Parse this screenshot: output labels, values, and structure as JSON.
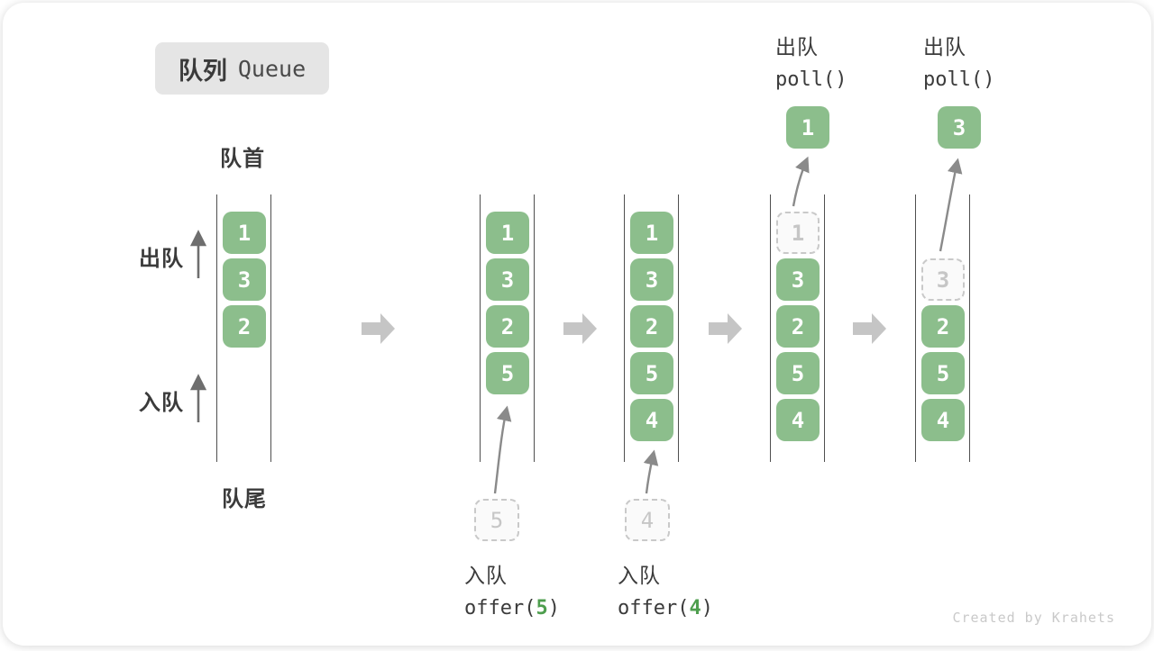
{
  "title": {
    "zh": "队列",
    "en": "Queue"
  },
  "labels": {
    "front": "队首",
    "rear": "队尾",
    "dequeue_side": "出队",
    "enqueue_side": "入队"
  },
  "queues": [
    {
      "cells": [
        {
          "slot": 0,
          "value": "1",
          "style": "solid"
        },
        {
          "slot": 1,
          "value": "3",
          "style": "solid"
        },
        {
          "slot": 2,
          "value": "2",
          "style": "solid"
        }
      ]
    },
    {
      "cells": [
        {
          "slot": 0,
          "value": "1",
          "style": "solid"
        },
        {
          "slot": 1,
          "value": "3",
          "style": "solid"
        },
        {
          "slot": 2,
          "value": "2",
          "style": "solid"
        },
        {
          "slot": 3,
          "value": "5",
          "style": "solid"
        }
      ],
      "incoming": {
        "value": "5"
      }
    },
    {
      "cells": [
        {
          "slot": 0,
          "value": "1",
          "style": "solid"
        },
        {
          "slot": 1,
          "value": "3",
          "style": "solid"
        },
        {
          "slot": 2,
          "value": "2",
          "style": "solid"
        },
        {
          "slot": 3,
          "value": "5",
          "style": "solid"
        },
        {
          "slot": 4,
          "value": "4",
          "style": "solid"
        }
      ],
      "incoming": {
        "value": "4"
      }
    },
    {
      "cells": [
        {
          "slot": 0,
          "value": "1",
          "style": "dashed"
        },
        {
          "slot": 1,
          "value": "3",
          "style": "solid"
        },
        {
          "slot": 2,
          "value": "2",
          "style": "solid"
        },
        {
          "slot": 3,
          "value": "5",
          "style": "solid"
        },
        {
          "slot": 4,
          "value": "4",
          "style": "solid"
        }
      ],
      "outgoing": {
        "value": "1"
      },
      "op": {
        "label": "出队",
        "code": "poll()"
      }
    },
    {
      "cells": [
        {
          "slot": 1,
          "value": "3",
          "style": "dashed"
        },
        {
          "slot": 2,
          "value": "2",
          "style": "solid"
        },
        {
          "slot": 3,
          "value": "5",
          "style": "solid"
        },
        {
          "slot": 4,
          "value": "4",
          "style": "solid"
        }
      ],
      "outgoing": {
        "value": "3"
      },
      "op": {
        "label": "出队",
        "code": "poll()"
      }
    }
  ],
  "operations": [
    {
      "label": "入队",
      "code_prefix": "offer(",
      "arg": "5",
      "code_suffix": ")"
    },
    {
      "label": "入队",
      "code_prefix": "offer(",
      "arg": "4",
      "code_suffix": ")"
    }
  ],
  "watermark": "Created by Krahets",
  "colors": {
    "box_green": "#8cbe8c",
    "code_green": "#4e9e4e",
    "ink": "#3b3b3b",
    "container_line": "#4f4f4f",
    "block_arrow": "#c5c5c5",
    "curve_arrow": "#8a8a8a",
    "dashed_border": "#c9c9c9",
    "title_bg": "#e5e5e5",
    "watermark": "#c9c9c9"
  }
}
